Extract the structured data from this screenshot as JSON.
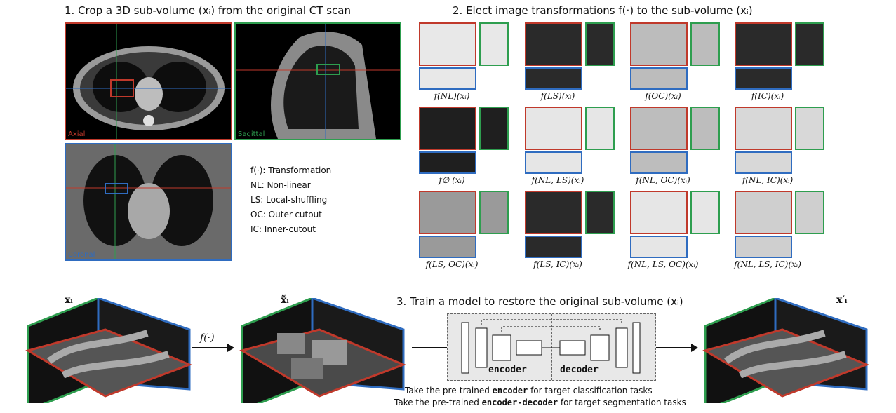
{
  "step1": {
    "title": "1. Crop a 3D sub-volume (xᵢ) from the original CT scan"
  },
  "views": {
    "axial": "Axial",
    "sagittal": "Sagittal",
    "coronal": "Coronal"
  },
  "legend": {
    "items": [
      "f(·): Transformation",
      "NL: Non-linear",
      "LS: Local-shuffling",
      "OC: Outer-cutout",
      "IC: Inner-cutout"
    ]
  },
  "step2": {
    "title": "2. Elect image transformations f(·) to the sub-volume (xᵢ)"
  },
  "transforms": [
    {
      "label": "f(NL)(xᵢ)",
      "style": "nl"
    },
    {
      "label": "f(LS)(xᵢ)",
      "style": "ls"
    },
    {
      "label": "f(OC)(xᵢ)",
      "style": "oc"
    },
    {
      "label": "f(IC)(xᵢ)",
      "style": "ic"
    },
    {
      "label": "f∅ (xᵢ)",
      "style": "id"
    },
    {
      "label": "f(NL, LS)(xᵢ)",
      "style": "nlls"
    },
    {
      "label": "f(NL, OC)(xᵢ)",
      "style": "nloc"
    },
    {
      "label": "f(NL, IC)(xᵢ)",
      "style": "nlic"
    },
    {
      "label": "f(LS, OC)(xᵢ)",
      "style": "lsoc"
    },
    {
      "label": "f(LS, IC)(xᵢ)",
      "style": "lsic"
    },
    {
      "label": "f(NL, LS, OC)(xᵢ)",
      "style": "nlsoc"
    },
    {
      "label": "f(NL, LS, IC)(xᵢ)",
      "style": "nlsic"
    }
  ],
  "step3": {
    "title": "3. Train a model to restore the original sub-volume (xᵢ)",
    "input_label": "xᵢ",
    "transformed_label": "x̃ᵢ",
    "output_label": "x′ᵢ",
    "arrow_label": "f(·)",
    "encoder": "encoder",
    "decoder": "decoder",
    "note1_pre": "Take the pre-trained ",
    "note1_code": "encoder",
    "note1_post": " for target classification tasks",
    "note2_pre": "Take the pre-trained ",
    "note2_code": "encoder-decoder",
    "note2_post": " for target segmentation tasks"
  },
  "colors": {
    "red": "#c0392b",
    "green": "#2e9e4f",
    "blue": "#2f6cc0"
  }
}
